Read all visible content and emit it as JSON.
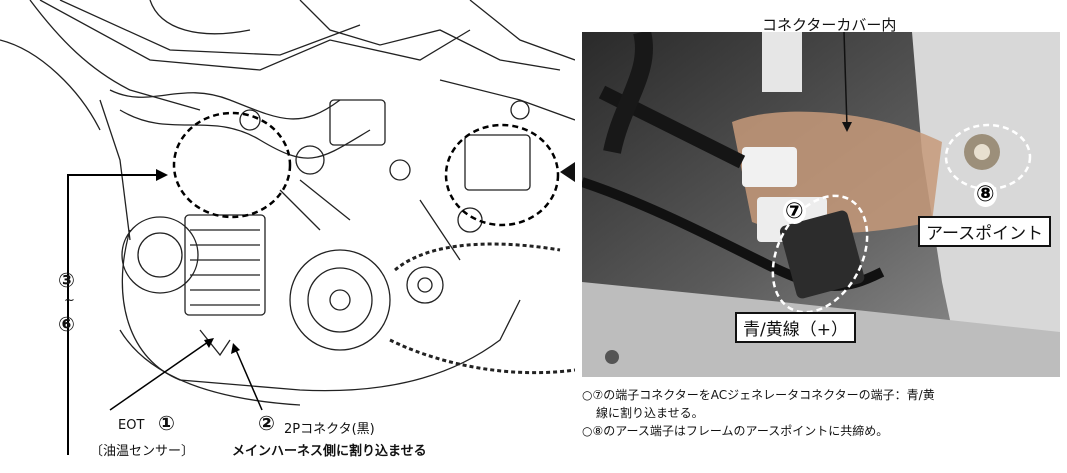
{
  "left": {
    "step_start": "③",
    "step_tilde": "~",
    "step_end": "⑥",
    "callout_1_num": "①",
    "callout_1_label": "EOT",
    "callout_1_sub": "〔油温センサー〕",
    "callout_2_num": "②",
    "callout_2_label": "2Pコネクタ(黒)",
    "callout_2_sub": "メインハーネス側に割り込ませる"
  },
  "photo": {
    "cover_label": "コネクターカバー内",
    "num_7": "⑦",
    "num_8": "⑧",
    "earth_label": "アースポイント",
    "wire_label": "青/黄線（+）"
  },
  "notes": {
    "line1a": "○⑦の端子コネクターをACジェネレータコネクターの端子：青/黄",
    "line1b": "線に割り込ませる。",
    "line2": "○⑧のアース端子はフレームのアースポイントに共締め。"
  },
  "colors": {
    "line": "#111111",
    "photo_bg": "#3a3a3a"
  }
}
